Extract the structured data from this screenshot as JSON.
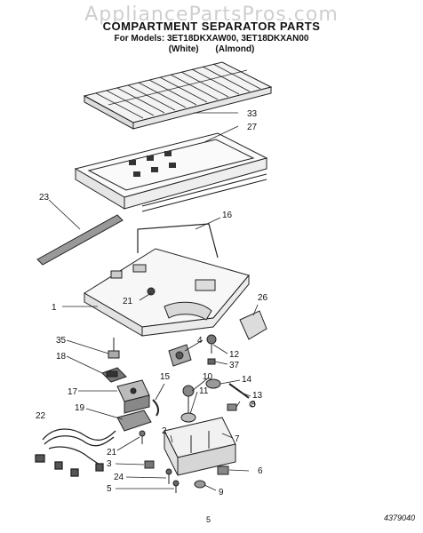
{
  "watermark": "AppliancePartsPros.com",
  "title": "COMPARTMENT SEPARATOR PARTS",
  "models_line": "For Models: 3ET18DKXAW00,  3ET18DKXAN00",
  "colors": {
    "white": "(White)",
    "almond": "(Almond)"
  },
  "page_number": "5",
  "document_number": "4379040",
  "callouts": [
    "33",
    "27",
    "23",
    "16",
    "1",
    "21",
    "26",
    "35",
    "4",
    "12",
    "18",
    "37",
    "10",
    "14",
    "15",
    "11",
    "17",
    "13",
    "19",
    "8",
    "22",
    "2",
    "7",
    "21",
    "3",
    "6",
    "24",
    "5",
    "9"
  ]
}
